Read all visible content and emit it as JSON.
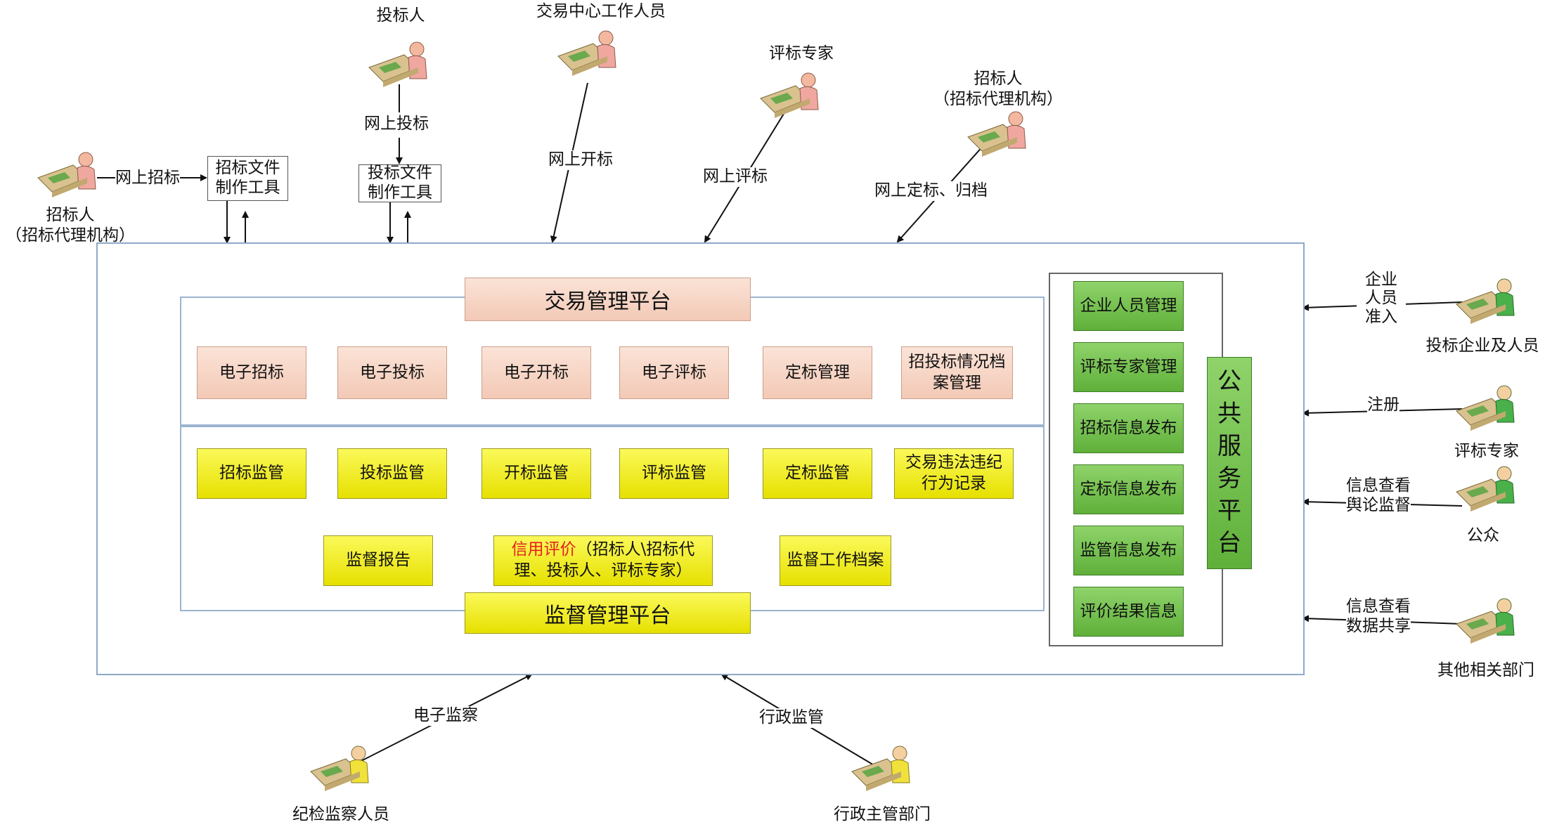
{
  "actors": {
    "tenderer_left": {
      "name": "招标人",
      "sub": "（招标代理机构）"
    },
    "bidder": {
      "name": "投标人"
    },
    "center_staff": {
      "name": "交易中心工作人员"
    },
    "expert_top": {
      "name": "评标专家"
    },
    "tenderer_right": {
      "name": "招标人",
      "sub": "（招标代理机构）"
    },
    "bid_enterprise": {
      "name": "投标企业及人员"
    },
    "expert_right": {
      "name": "评标专家"
    },
    "public": {
      "name": "公众"
    },
    "other_depts": {
      "name": "其他相关部门"
    },
    "inspection": {
      "name": "纪检监察人员"
    },
    "admin_dept": {
      "name": "行政主管部门"
    }
  },
  "flows": {
    "online_tender": "网上招标",
    "online_bid": "网上投标",
    "online_open": "网上开标",
    "online_eval": "网上评标",
    "online_award": "网上定标、归档",
    "access": [
      "企业",
      "人员",
      "准入"
    ],
    "register": "注册",
    "public_info": [
      "信息查看",
      "舆论监督"
    ],
    "dept_info": [
      "信息查看",
      "数据共享"
    ],
    "e_supervision": "电子监察",
    "admin_supervision": "行政监管"
  },
  "tools": {
    "tender_tool": [
      "招标文件",
      "制作工具"
    ],
    "bid_tool": [
      "投标文件",
      "制作工具"
    ]
  },
  "trading_platform": {
    "title": "交易管理平台",
    "modules": [
      "电子招标",
      "电子投标",
      "电子开标",
      "电子评标",
      "定标管理"
    ],
    "archive": [
      "招投标情况档",
      "案管理"
    ]
  },
  "supervision_platform": {
    "title": "监督管理平台",
    "modules": [
      "招标监管",
      "投标监管",
      "开标监管",
      "评标监管",
      "定标监管"
    ],
    "violation": [
      "交易违法违纪",
      "行为记录"
    ],
    "report": "监督报告",
    "credit_highlight": "信用评价",
    "credit_rest_1": "（招标人\\招标代",
    "credit_rest_2": "理、投标人、评标专家）",
    "archive": "监督工作档案"
  },
  "public_service": {
    "title": [
      "公",
      "共",
      "服",
      "务",
      "平",
      "台"
    ],
    "items": [
      "企业人员管理",
      "评标专家管理",
      "招标信息发布",
      "定标信息发布",
      "监管信息发布",
      "评价结果信息"
    ]
  },
  "colors": {
    "pink_box": "#f3c9b6",
    "yellow_box": "#ebe600",
    "green_box": "#6cbc45",
    "frame_blue": "#8eaac6",
    "highlight_red": "#e61f1f"
  }
}
